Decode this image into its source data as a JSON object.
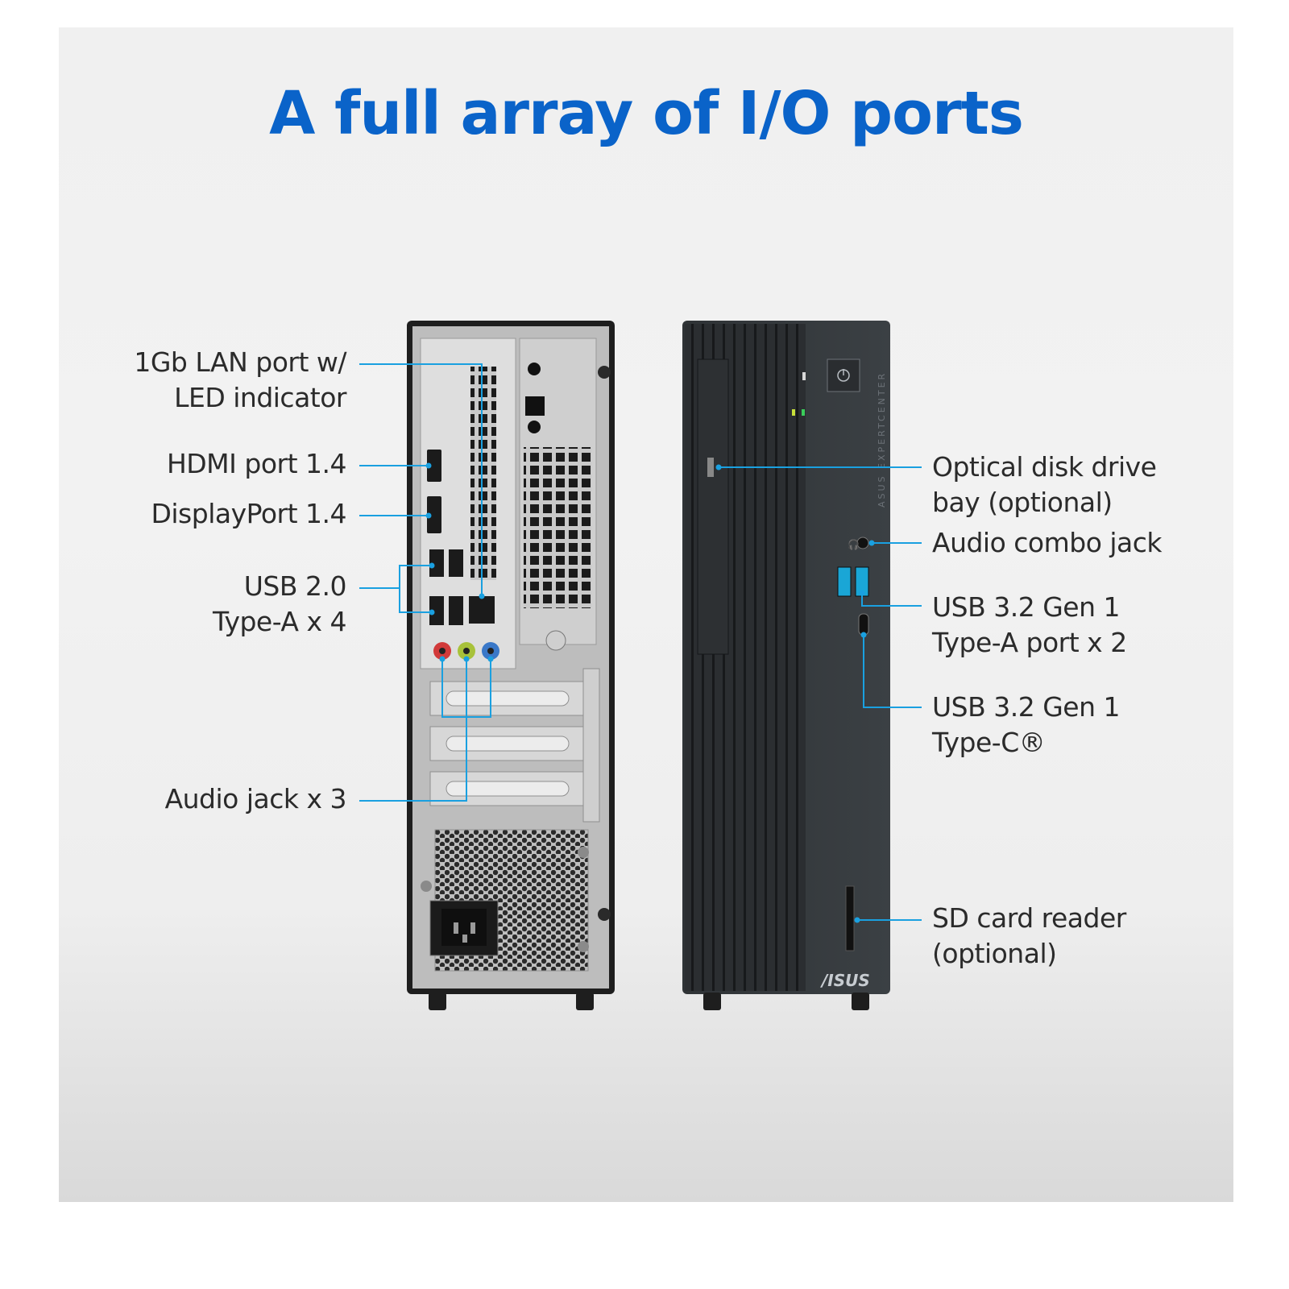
{
  "title": "A full array of I/O ports",
  "accent_color": "#0a63c9",
  "callout_color": "#1aa0e0",
  "rear_labels": {
    "lan": "1Gb LAN port w/\nLED indicator",
    "hdmi": "HDMI port 1.4",
    "displayport": "DisplayPort 1.4",
    "usb2": "USB 2.0\nType-A x 4",
    "audio": "Audio jack x 3"
  },
  "front_labels": {
    "optical": "Optical disk drive\nbay (optional)",
    "audio_combo": "Audio combo jack",
    "usb32a": "USB 3.2 Gen 1\nType-A port x 2",
    "usb32c": "USB 3.2 Gen 1\nType-C®",
    "sd": "SD card reader\n(optional)"
  },
  "branding": {
    "side_text": "ASUS EXPERTCENTER",
    "logo": "/ISUS"
  },
  "icons": [
    "power-icon",
    "lock-icon",
    "network-icon",
    "headset-icon",
    "usb-icon"
  ]
}
